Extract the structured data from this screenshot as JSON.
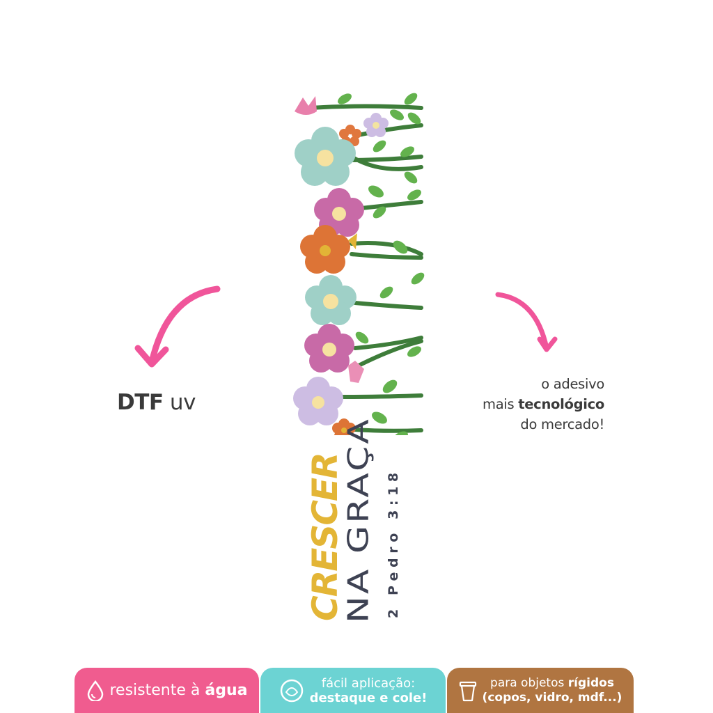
{
  "left_label": {
    "strong": "DTF",
    "rest": " uv"
  },
  "tagline": {
    "line1": "o adesivo",
    "line2_pre": "mais ",
    "line2_bold": "tecnológico",
    "line3": "do mercado!"
  },
  "design": {
    "word1": "CRESCER",
    "word2": "NA GRAÇA",
    "reference": "2 Pedro 3:18"
  },
  "badges": {
    "water": {
      "pre": "resistente à ",
      "bold": "água"
    },
    "easy": {
      "line1": "fácil aplicação:",
      "line2": "destaque e cole!"
    },
    "rigid": {
      "pre": "para objetos ",
      "bold": "rígidos",
      "line2": "(copos, vidro, mdf...)"
    }
  },
  "colors": {
    "pink_arrow": "#f0559a",
    "badge_water": "#f05c8f",
    "badge_easy": "#6cd3d3",
    "badge_rigid": "#b07541",
    "stem": "#3e7d3a",
    "leaf": "#63b24d",
    "crescer": "#e3b536",
    "graca": "#3e4253"
  }
}
